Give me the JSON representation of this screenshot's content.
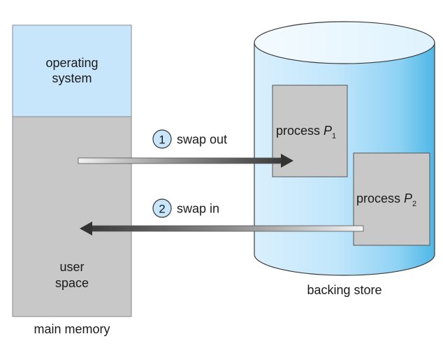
{
  "main_memory": {
    "os_label_line1": "operating",
    "os_label_line2": "system",
    "user_label_line1": "user",
    "user_label_line2": "space",
    "caption": "main memory",
    "os_color": "#c8e6fb",
    "user_color": "#c8c8c8"
  },
  "backing_store": {
    "caption": "backing store",
    "color_light": "#e4f4fe",
    "color_dark": "#5cbde9"
  },
  "processes": [
    {
      "label": "process ",
      "name": "P",
      "subscript": "1"
    },
    {
      "label": "process ",
      "name": "P",
      "subscript": "2"
    }
  ],
  "steps": [
    {
      "number": "1",
      "label": "swap out"
    },
    {
      "number": "2",
      "label": "swap in"
    }
  ]
}
